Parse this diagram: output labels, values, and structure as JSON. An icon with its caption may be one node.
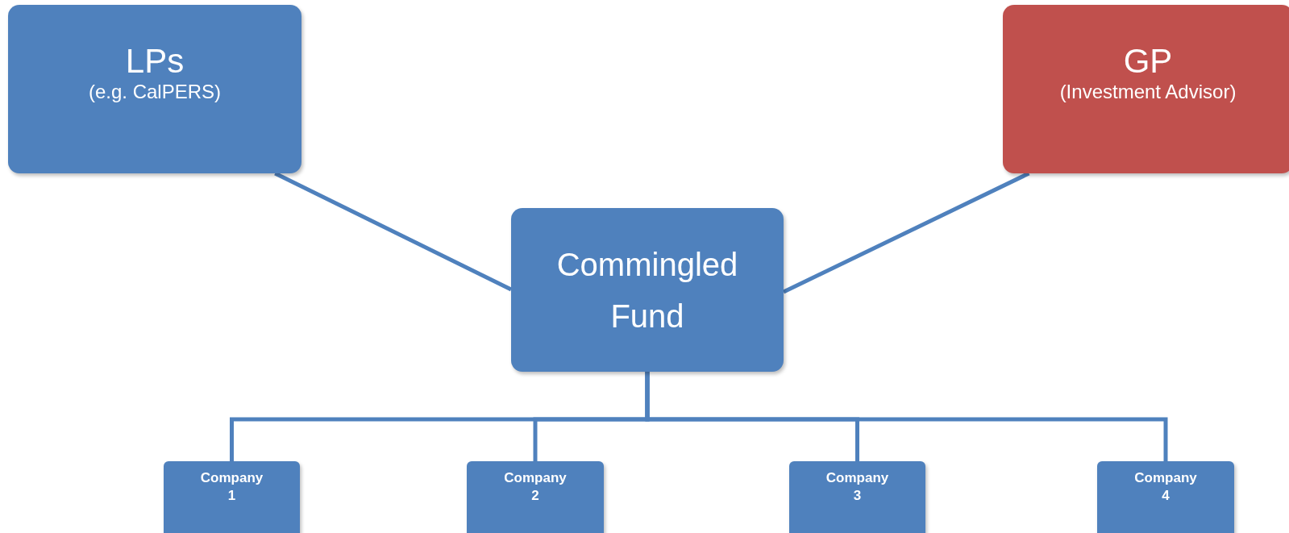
{
  "diagram": {
    "nodes": [
      {
        "text": [
          "LPs",
          "(e.g. CalPERS)"
        ]
      },
      {
        "text": [
          "GP",
          "(Investment Advisor)"
        ]
      },
      {
        "text": [
          "Commingled Fund"
        ]
      },
      {
        "text": [
          "Company 1"
        ]
      },
      {
        "text": [
          "Company 2"
        ]
      },
      {
        "text": [
          "Company 3"
        ]
      },
      {
        "text": [
          "Company 4"
        ]
      }
    ],
    "edges": [
      {
        "from": 0,
        "to": 2,
        "arrow": "none"
      },
      {
        "from": 1,
        "to": 2,
        "arrow": "none"
      },
      {
        "from": 2,
        "to": 3,
        "arrow": "none"
      },
      {
        "from": 2,
        "to": 4,
        "arrow": "none"
      },
      {
        "from": 2,
        "to": 5,
        "arrow": "none"
      },
      {
        "from": 2,
        "to": 6,
        "arrow": "none"
      }
    ]
  }
}
